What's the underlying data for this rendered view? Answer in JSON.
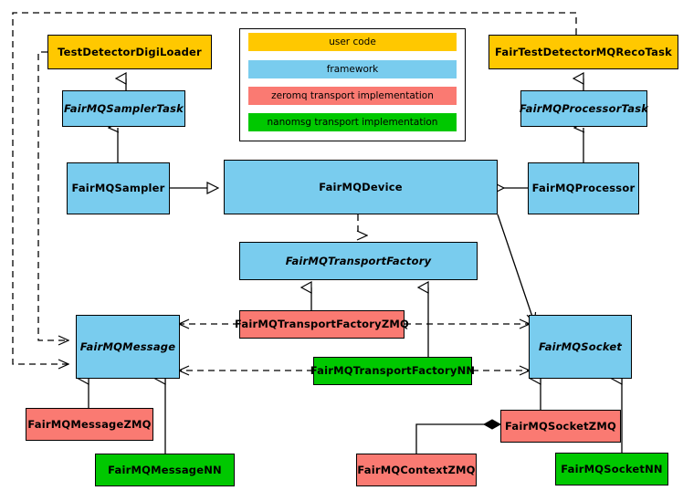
{
  "diagram": {
    "title": "FairMQ class hierarchy",
    "type": "uml-class-diagram",
    "background": "#ffffff",
    "palette": {
      "user_code": "#FFC800",
      "framework": "#79CCEE",
      "zeromq": "#FA7A72",
      "nanomsg": "#00C800",
      "stroke": "#000000",
      "legend_background": "#ffffff"
    }
  },
  "legend": {
    "name": "legend-panel",
    "entries": [
      {
        "label": "user code",
        "color": "#FFC800",
        "key": "user_code"
      },
      {
        "label": "framework",
        "color": "#79CCEE",
        "key": "framework"
      },
      {
        "label": "zeromq transport implementation",
        "color": "#FA7A72",
        "key": "zeromq"
      },
      {
        "label": "nanomsg transport implementation",
        "color": "#00C800",
        "key": "nanomsg"
      }
    ]
  },
  "nodes": [
    {
      "id": "TestDetectorDigiLoader",
      "label": "TestDetectorDigiLoader",
      "category": "user_code",
      "abstract": false
    },
    {
      "id": "FairMQSamplerTask",
      "label": "FairMQSamplerTask",
      "category": "framework",
      "abstract": true
    },
    {
      "id": "FairMQSampler",
      "label": "FairMQSampler",
      "category": "framework",
      "abstract": false
    },
    {
      "id": "FairMQDevice",
      "label": "FairMQDevice",
      "category": "framework",
      "abstract": false
    },
    {
      "id": "FairTestDetectorMQRecoTask",
      "label": "FairTestDetectorMQRecoTask",
      "category": "user_code",
      "abstract": false
    },
    {
      "id": "FairMQProcessorTask",
      "label": "FairMQProcessorTask",
      "category": "framework",
      "abstract": true
    },
    {
      "id": "FairMQProcessor",
      "label": "FairMQProcessor",
      "category": "framework",
      "abstract": false
    },
    {
      "id": "FairMQTransportFactory",
      "label": "FairMQTransportFactory",
      "category": "framework",
      "abstract": true
    },
    {
      "id": "FairMQTransportFactoryZMQ",
      "label": "FairMQTransportFactoryZMQ",
      "category": "zeromq",
      "abstract": false
    },
    {
      "id": "FairMQTransportFactoryNN",
      "label": "FairMQTransportFactoryNN",
      "category": "nanomsg",
      "abstract": false
    },
    {
      "id": "FairMQMessage",
      "label": "FairMQMessage",
      "category": "framework",
      "abstract": true
    },
    {
      "id": "FairMQSocket",
      "label": "FairMQSocket",
      "category": "framework",
      "abstract": true
    },
    {
      "id": "FairMQMessageZMQ",
      "label": "FairMQMessageZMQ",
      "category": "zeromq",
      "abstract": false
    },
    {
      "id": "FairMQMessageNN",
      "label": "FairMQMessageNN",
      "category": "nanomsg",
      "abstract": false
    },
    {
      "id": "FairMQSocketZMQ",
      "label": "FairMQSocketZMQ",
      "category": "zeromq",
      "abstract": false
    },
    {
      "id": "FairMQSocketNN",
      "label": "FairMQSocketNN",
      "category": "nanomsg",
      "abstract": false
    },
    {
      "id": "FairMQContextZMQ",
      "label": "FairMQContextZMQ",
      "category": "zeromq",
      "abstract": false
    }
  ],
  "edges": [
    {
      "from": "TestDetectorDigiLoader",
      "to": "FairMQSamplerTask",
      "kind": "generalization"
    },
    {
      "from": "FairMQSamplerTask",
      "to": "FairMQSampler",
      "kind": "association"
    },
    {
      "from": "FairMQSampler",
      "to": "FairMQDevice",
      "kind": "generalization"
    },
    {
      "from": "FairTestDetectorMQRecoTask",
      "to": "FairMQProcessorTask",
      "kind": "generalization"
    },
    {
      "from": "FairMQProcessorTask",
      "to": "FairMQProcessor",
      "kind": "association"
    },
    {
      "from": "FairMQProcessor",
      "to": "FairMQDevice",
      "kind": "generalization"
    },
    {
      "from": "FairMQDevice",
      "to": "FairMQTransportFactory",
      "kind": "dependency"
    },
    {
      "from": "FairMQDevice",
      "to": "FairMQSocket",
      "kind": "association"
    },
    {
      "from": "FairMQTransportFactoryZMQ",
      "to": "FairMQTransportFactory",
      "kind": "generalization"
    },
    {
      "from": "FairMQTransportFactoryNN",
      "to": "FairMQTransportFactory",
      "kind": "generalization"
    },
    {
      "from": "FairMQTransportFactoryZMQ",
      "to": "FairMQMessage",
      "kind": "dependency"
    },
    {
      "from": "FairMQTransportFactoryZMQ",
      "to": "FairMQSocket",
      "kind": "dependency"
    },
    {
      "from": "FairMQTransportFactoryNN",
      "to": "FairMQMessage",
      "kind": "dependency"
    },
    {
      "from": "FairMQTransportFactoryNN",
      "to": "FairMQSocket",
      "kind": "dependency"
    },
    {
      "from": "TestDetectorDigiLoader",
      "to": "FairMQMessage",
      "kind": "dependency"
    },
    {
      "from": "FairTestDetectorMQRecoTask",
      "to": "FairMQMessage",
      "kind": "dependency"
    },
    {
      "from": "FairMQMessageZMQ",
      "to": "FairMQMessage",
      "kind": "generalization"
    },
    {
      "from": "FairMQMessageNN",
      "to": "FairMQMessage",
      "kind": "generalization"
    },
    {
      "from": "FairMQSocketZMQ",
      "to": "FairMQSocket",
      "kind": "generalization"
    },
    {
      "from": "FairMQSocketNN",
      "to": "FairMQSocket",
      "kind": "generalization"
    },
    {
      "from": "FairMQContextZMQ",
      "to": "FairMQSocketZMQ",
      "kind": "composition"
    }
  ]
}
